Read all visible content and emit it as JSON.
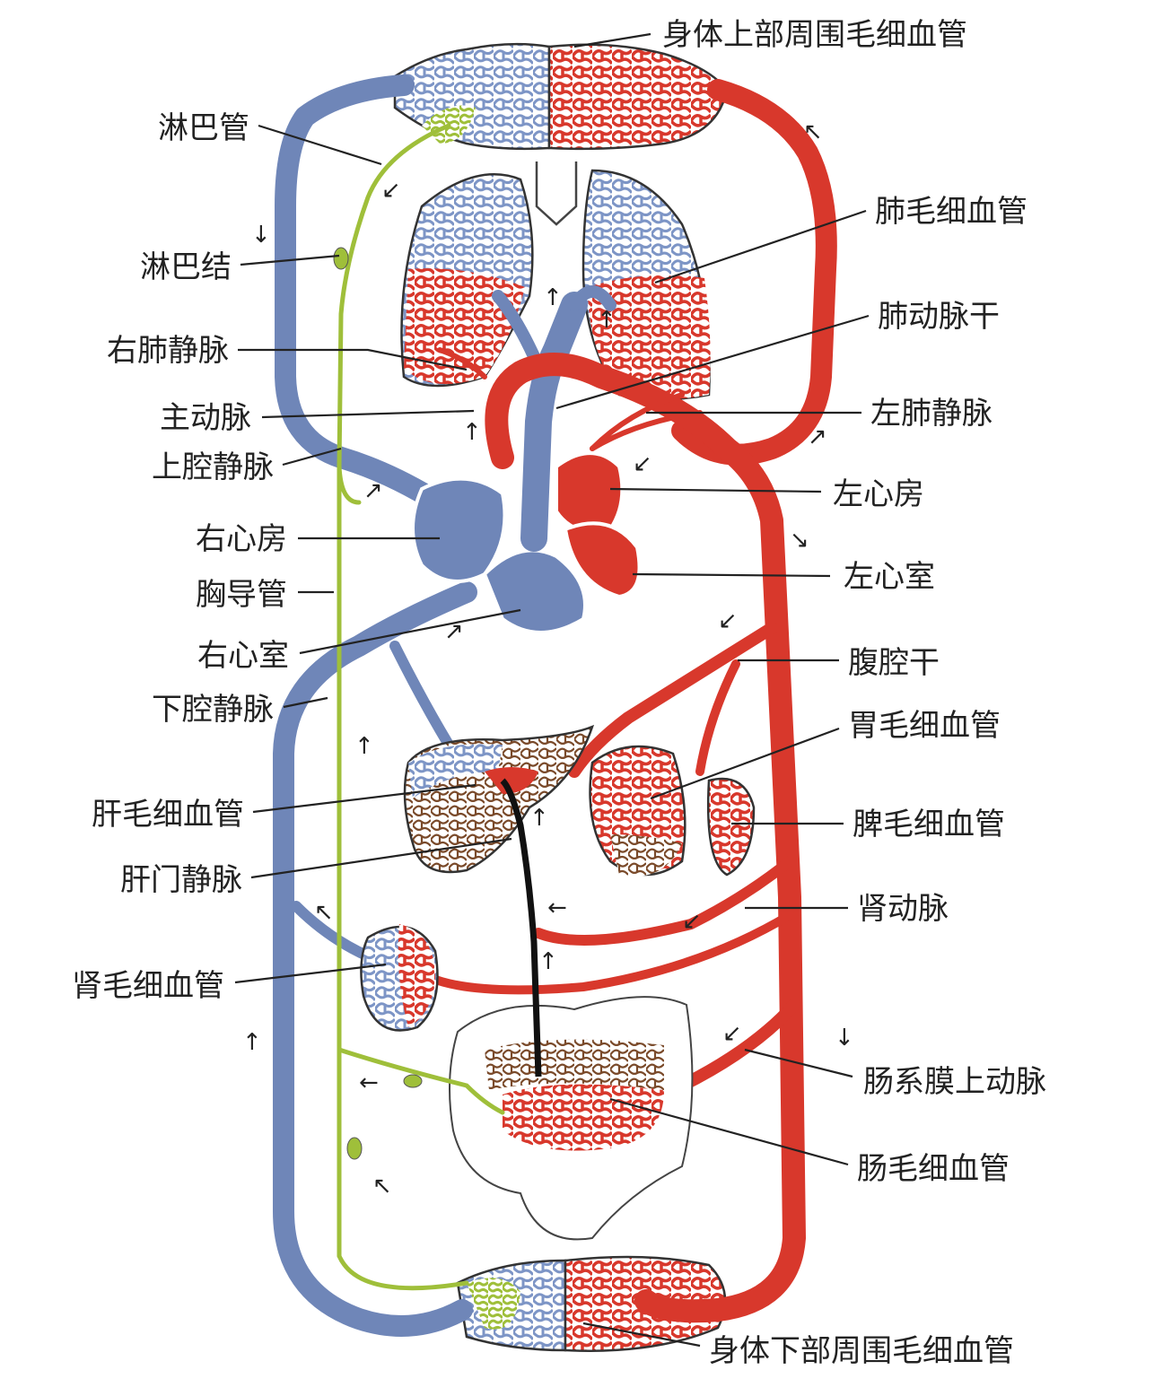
{
  "title": "体循环与肺循环示意图",
  "colors": {
    "vein": "#6f86b8",
    "artery": "#d8382c",
    "lymph": "#9fbf3a",
    "portal": "#7a4a2a"
  },
  "labels": {
    "upper_capillaries": "身体上部周围毛细血管",
    "lung_capillaries": "肺毛细血管",
    "pulmonary_trunk": "肺动脉干",
    "left_pulmonary_vein": "左肺静脉",
    "left_atrium": "左心房",
    "left_ventricle": "左心室",
    "celiac_trunk": "腹腔干",
    "stomach_capillaries": "胃毛细血管",
    "spleen_capillaries": "脾毛细血管",
    "renal_artery": "肾动脉",
    "superior_mesenteric_artery": "肠系膜上动脉",
    "intestinal_capillaries": "肠毛细血管",
    "lower_capillaries": "身体下部周围毛细血管",
    "lymph_vessel": "淋巴管",
    "lymph_node": "淋巴结",
    "right_pulmonary_vein": "右肺静脉",
    "aorta": "主动脉",
    "superior_vena_cava": "上腔静脉",
    "right_atrium": "右心房",
    "thoracic_duct": "胸导管",
    "right_ventricle": "右心室",
    "inferior_vena_cava": "下腔静脉",
    "liver_capillaries": "肝毛细血管",
    "hepatic_portal_vein": "肝门静脉",
    "kidney_capillaries": "肾毛细血管"
  }
}
